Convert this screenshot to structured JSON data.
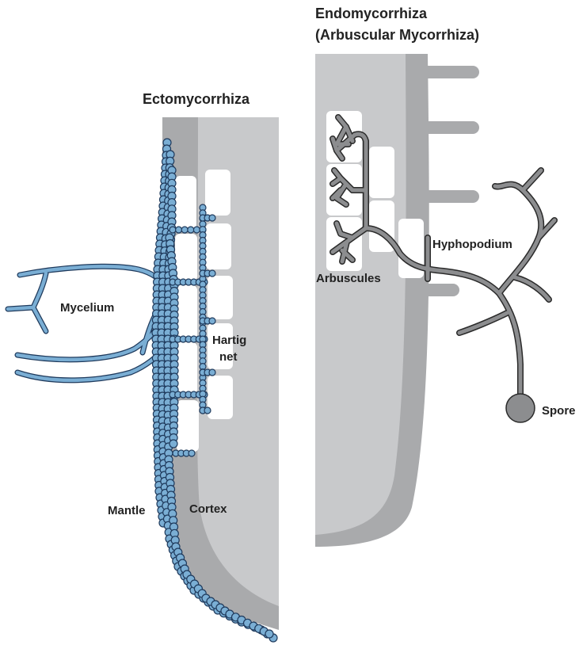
{
  "ecto": {
    "title": "Ectomycorrhiza",
    "labels": {
      "mycelium": "Mycelium",
      "hartig_line1": "Hartig",
      "hartig_line2": "net",
      "mantle": "Mantle",
      "cortex": "Cortex"
    }
  },
  "endo": {
    "title_line1": "Endomycorrhiza",
    "title_line2": "(Arbuscular Mycorrhiza)",
    "labels": {
      "hyphopodium": "Hyphopodium",
      "arbuscules": "Arbuscules",
      "spore": "Spore"
    }
  },
  "colors": {
    "root_dark": "#a9aaac",
    "root_light": "#c8c9cb",
    "cell_white": "#ffffff",
    "fungus_blue": "#7aaed4",
    "fungus_blue_outline": "#1f3a5c",
    "hypha_gray": "#8c8d8f",
    "hypha_outline": "#2b2b2b",
    "text": "#222222"
  }
}
